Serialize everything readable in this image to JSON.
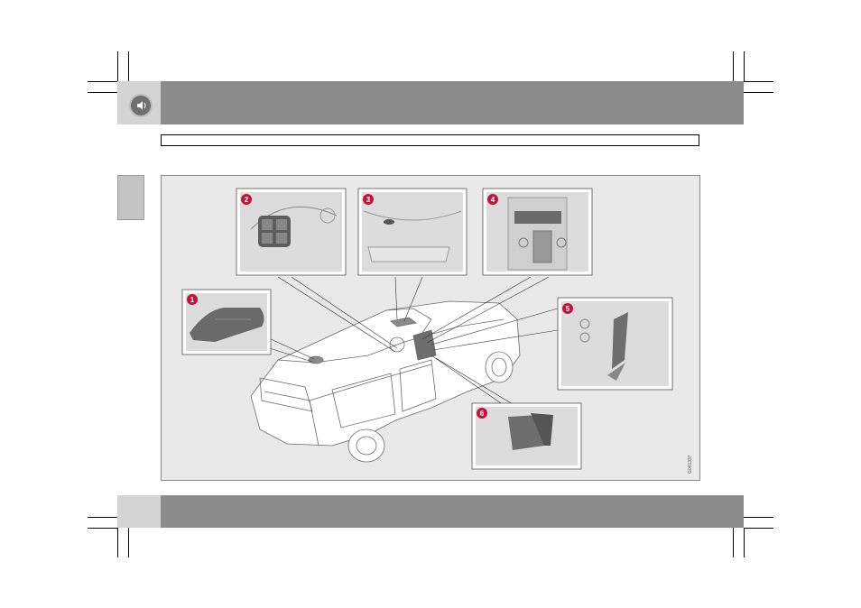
{
  "page": {
    "header_title": "",
    "subtitle": "",
    "footer_text": ""
  },
  "figure": {
    "code": "G041337",
    "callouts": [
      "1",
      "2",
      "3",
      "4",
      "5",
      "6"
    ]
  },
  "icons": {
    "speaker": "speaker-icon"
  },
  "colors": {
    "band": "#8c8c8c",
    "callout": "#c0143c",
    "figure_bg": "#e9e9e9"
  }
}
